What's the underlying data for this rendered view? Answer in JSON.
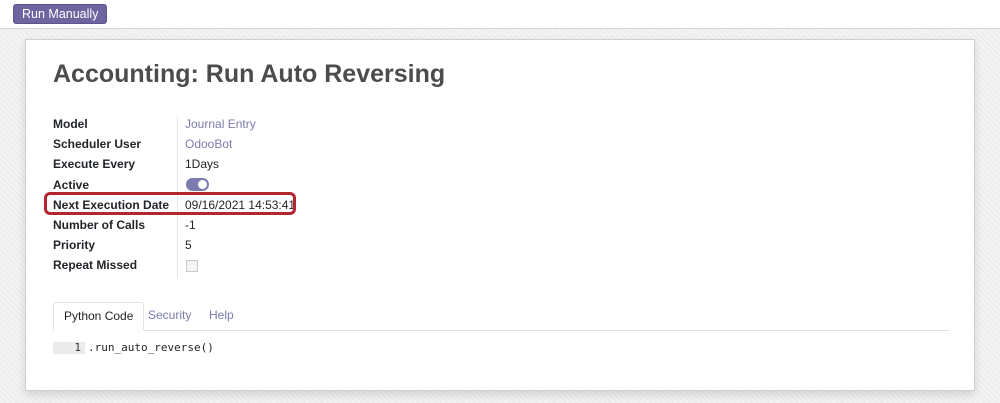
{
  "control_panel": {
    "run_manually_label": "Run Manually"
  },
  "form": {
    "title": "Accounting: Run Auto Reversing",
    "fields": {
      "model": {
        "label": "Model",
        "value": "Journal Entry"
      },
      "scheduler_user": {
        "label": "Scheduler User",
        "value": "OdooBot"
      },
      "execute_every": {
        "label": "Execute Every",
        "value": "1Days"
      },
      "active": {
        "label": "Active",
        "value": true
      },
      "next_execution_date": {
        "label": "Next Execution Date",
        "value": "09/16/2021 14:53:41"
      },
      "number_of_calls": {
        "label": "Number of Calls",
        "value": "-1"
      },
      "priority": {
        "label": "Priority",
        "value": "5"
      },
      "repeat_missed": {
        "label": "Repeat Missed",
        "value": false
      }
    },
    "tabs": [
      {
        "label": "Python Code",
        "active": true
      },
      {
        "label": "Security",
        "active": false
      },
      {
        "label": "Help",
        "active": false
      }
    ],
    "code": {
      "line_number": "1",
      "text": ".run_auto_reverse()"
    }
  },
  "colors": {
    "brand": "#6f63a0",
    "link": "#7c7bad",
    "highlight": "#b3262f"
  },
  "icons": {
    "active_toggle": "toggle-switch-icon",
    "repeat_missed_checkbox": "checkbox-icon"
  }
}
